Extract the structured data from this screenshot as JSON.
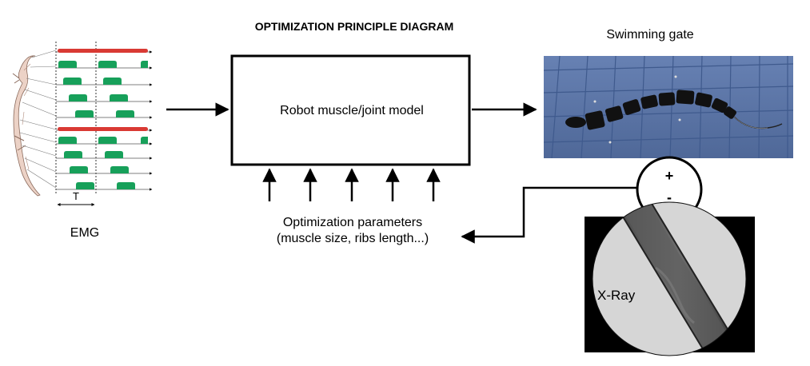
{
  "diagram": {
    "title": "OPTIMIZATION PRINCIPLE DIAGRAM",
    "emg": {
      "label": "EMG",
      "period_label": "T"
    },
    "model_box": {
      "label": "Robot muscle/joint model"
    },
    "parameters": {
      "line1": "Optimization parameters",
      "line2": "(muscle size, ribs length...)"
    },
    "swimming": {
      "label": "Swimming gate"
    },
    "comparator": {
      "plus": "+",
      "minus": "-"
    },
    "xray": {
      "label": "X-Ray"
    },
    "colors": {
      "emg_red": "#d93a34",
      "emg_green": "#17a05a",
      "pool_blue": "#5b75a6",
      "pool_grid": "#3f5a8d",
      "robot": "#111111",
      "salamander": "#ecd2c6"
    }
  }
}
